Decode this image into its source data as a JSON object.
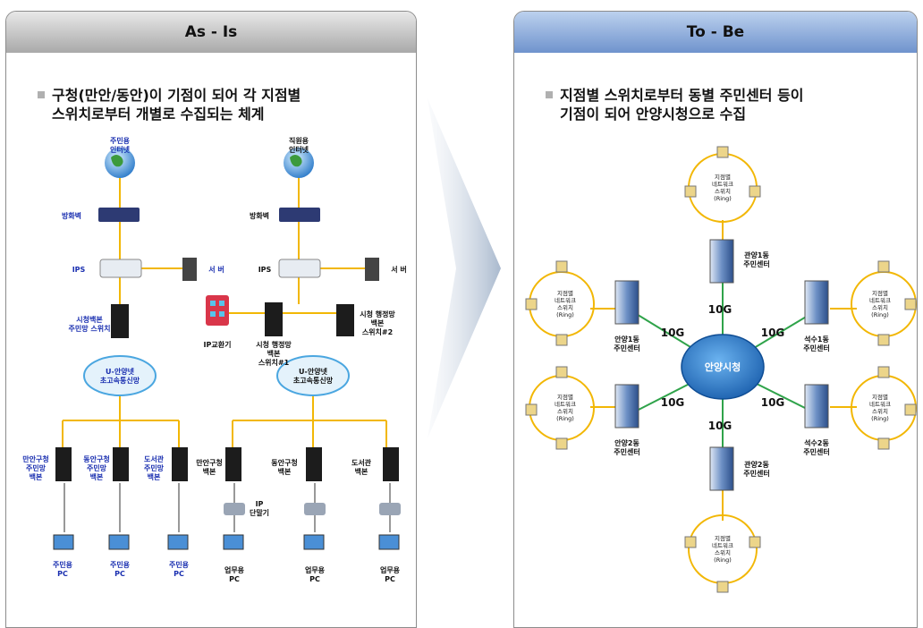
{
  "as_is": {
    "title": "As - Is",
    "desc_line1": "구청(만안/동안)이 기점이 되어 각 지점별",
    "desc_line2": "스위치로부터 개별로 수집되는 체계",
    "labels": {
      "resident_internet_1": "주민용",
      "resident_internet_2": "인터넷",
      "staff_internet_1": "직원용",
      "staff_internet_2": "인터넷",
      "firewall": "방화벽",
      "ips": "IPS",
      "server": "서 버",
      "city_backbone_1": "시청백본",
      "city_backbone_2": "주민망 스위치",
      "ip_exchange": "IP교환기",
      "admin_backbone_a_1": "시청 행정망",
      "admin_backbone_a_2": "백본",
      "admin_backbone_a_3": "스위치#1",
      "admin_backbone_b_1": "시청 행정망",
      "admin_backbone_b_2": "백본",
      "admin_backbone_b_3": "스위치#2",
      "cloud_1": "U-안양넷",
      "cloud_2": "초고속통신망",
      "manan_res_1": "만안구청",
      "manan_res_2": "주민망",
      "manan_res_3": "백본",
      "dongan_res_1": "동안구청",
      "dongan_res_2": "주민망",
      "dongan_res_3": "백본",
      "lib_res_1": "도서관",
      "lib_res_2": "주민망",
      "lib_res_3": "백본",
      "manan_bb_1": "만안구청",
      "manan_bb_2": "백본",
      "dongan_bb_1": "동안구청",
      "dongan_bb_2": "백본",
      "lib_bb_1": "도서관",
      "lib_bb_2": "백본",
      "ip_phone_1": "IP",
      "ip_phone_2": "단말기",
      "pc_res_1": "주민용",
      "pc_res_2": "PC",
      "pc_work_1": "업무용",
      "pc_work_2": "PC"
    }
  },
  "to_be": {
    "title": "To - Be",
    "desc_line1": "지점별 스위치로부터 동별 주민센터 등이",
    "desc_line2": "기점이 되어 안양시청으로 수집",
    "hub": "안양시청",
    "link_speed": "10G",
    "ring_1": "지점별",
    "ring_2": "네트워크",
    "ring_3": "스위치",
    "ring_4": "(Ring)",
    "centers": {
      "gwanyang1_1": "관양1동",
      "gwanyang1_2": "주민센터",
      "gwanyang2_1": "관양2동",
      "gwanyang2_2": "주민센터",
      "anyang1_1": "안양1동",
      "anyang1_2": "주민센터",
      "anyang2_1": "안양2동",
      "anyang2_2": "주민센터",
      "seoksu1_1": "석수1동",
      "seoksu1_2": "주민센터",
      "seoksu2_1": "석수2동",
      "seoksu2_2": "주민센터"
    }
  },
  "colors": {
    "line_yellow": "#f2b705",
    "line_green": "#2fa34a",
    "label_blue": "#1a2fb0",
    "hub_blue": "#1f6fc6"
  }
}
